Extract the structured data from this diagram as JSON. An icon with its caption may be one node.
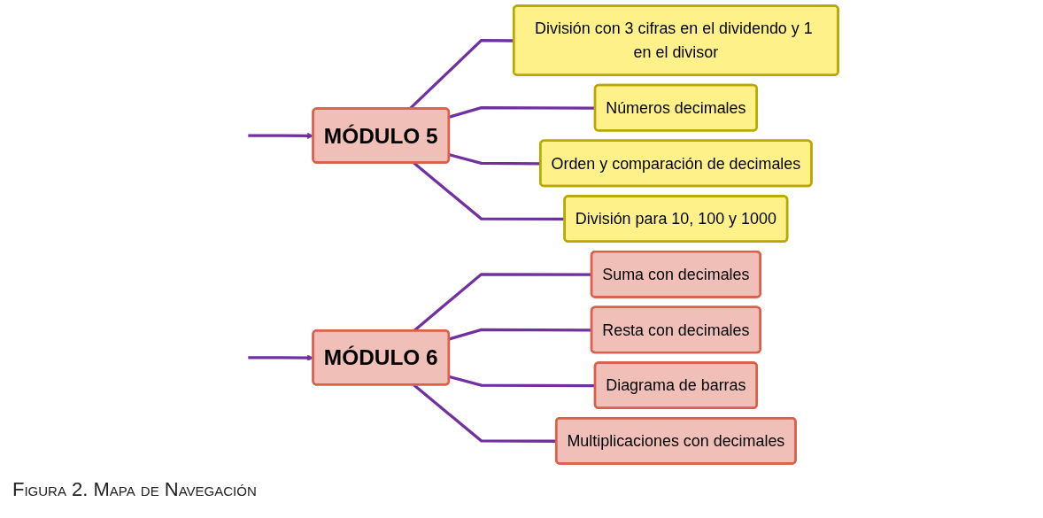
{
  "diagram": {
    "caption": "Figura 2. Mapa de Navegación",
    "nodes": [
      {
        "text": [
          "MÓDULO 5"
        ]
      },
      {
        "text": [
          "División con 3 cifras en el dividendo y 1 en el divisor"
        ]
      },
      {
        "text": [
          "Números decimales"
        ]
      },
      {
        "text": [
          "Orden y comparación de decimales"
        ]
      },
      {
        "text": [
          "División para 10, 100 y 1000"
        ]
      },
      {
        "text": [
          "MÓDULO 6"
        ]
      },
      {
        "text": [
          "Suma con decimales"
        ]
      },
      {
        "text": [
          "Resta con decimales"
        ]
      },
      {
        "text": [
          "Diagrama de barras"
        ]
      },
      {
        "text": [
          "Multiplicaciones con decimales"
        ]
      }
    ],
    "edges": [
      {
        "from": null,
        "to": 0,
        "arrow": "to"
      },
      {
        "from": null,
        "to": 5,
        "arrow": "to"
      },
      {
        "from": 0,
        "to": 1,
        "arrow": "none"
      },
      {
        "from": 0,
        "to": 2,
        "arrow": "none"
      },
      {
        "from": 0,
        "to": 3,
        "arrow": "none"
      },
      {
        "from": 0,
        "to": 4,
        "arrow": "none"
      },
      {
        "from": 5,
        "to": 6,
        "arrow": "none"
      },
      {
        "from": 5,
        "to": 7,
        "arrow": "none"
      },
      {
        "from": 5,
        "to": 8,
        "arrow": "none"
      },
      {
        "from": 5,
        "to": 9,
        "arrow": "none"
      }
    ]
  }
}
